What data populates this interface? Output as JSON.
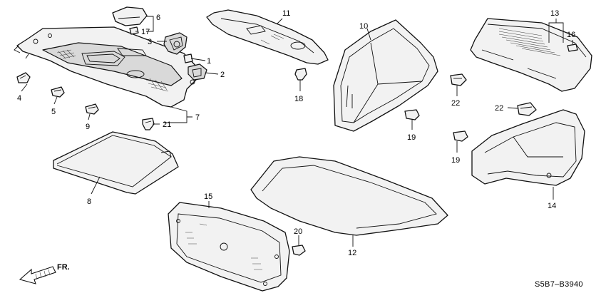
{
  "diagram_code": "S5B7–B3940",
  "front_indicator": "FR.",
  "callouts": {
    "c1": "1",
    "c2": "2",
    "c3": "3",
    "c4": "4",
    "c5": "5",
    "c6": "6",
    "c7": "7",
    "c8": "8",
    "c9": "9",
    "c10": "10",
    "c11": "11",
    "c12": "12",
    "c13": "13",
    "c14": "14",
    "c15": "15",
    "c16": "16",
    "c17": "17",
    "c18": "18",
    "c19a": "19",
    "c19b": "19",
    "c20": "20",
    "c21": "21",
    "c22a": "22",
    "c22b": "22"
  }
}
